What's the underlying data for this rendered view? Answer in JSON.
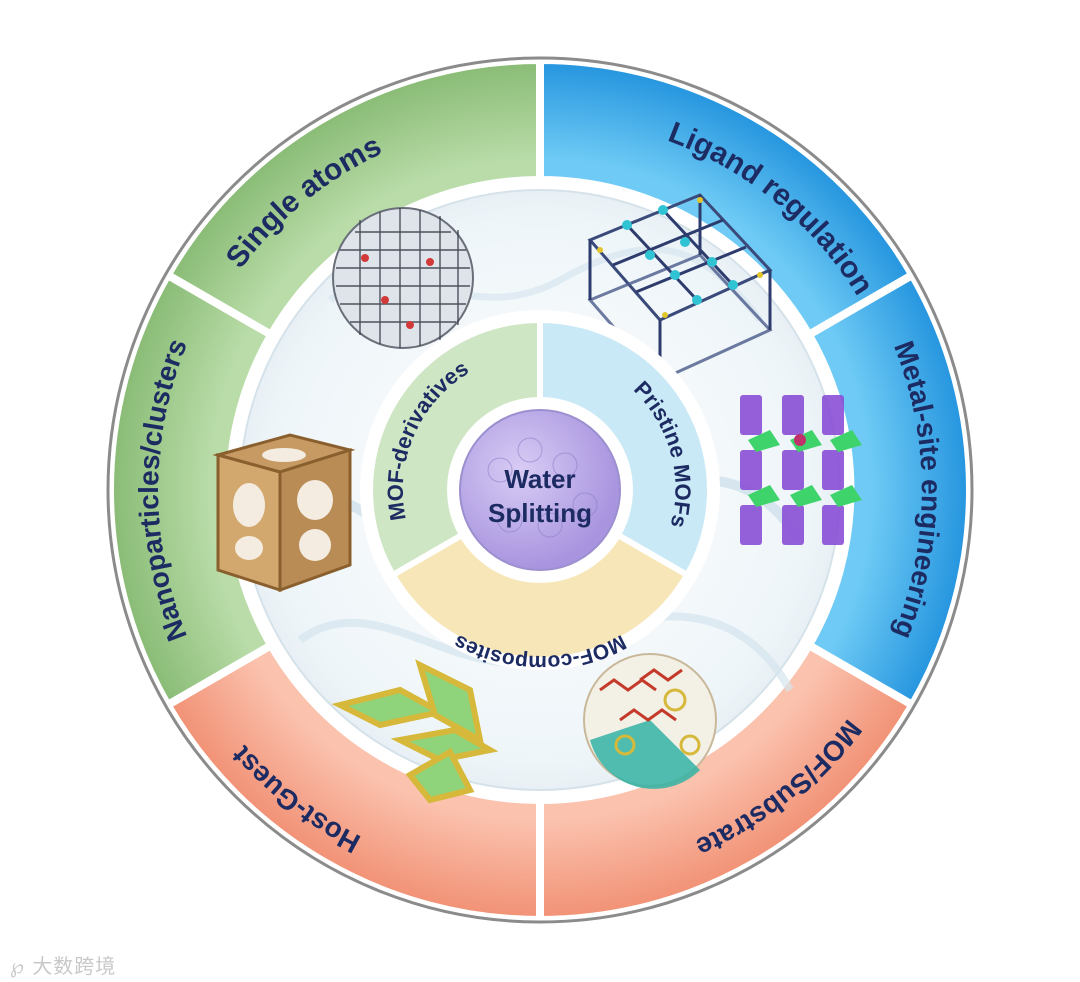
{
  "outer_ring": {
    "single_atoms": "Single atoms",
    "ligand_regulation": "Ligand regulation",
    "metal_site_engineering": "Metal-site engineering",
    "mof_substrate": "MOF/Substrate",
    "host_guest": "Host-Guest",
    "nanoparticles_clusters": "Nanoparticles/clusters"
  },
  "inner_ring": {
    "mof_derivatives": "MOF-derivatives",
    "pristine_mofs": "Pristine MOFs",
    "mof_composites": "MOF-composites"
  },
  "center": {
    "line1": "Water",
    "line2": "Splitting"
  },
  "watermark": "大数跨境",
  "colors": {
    "green": "#9cc98a",
    "blue": "#33a6ea",
    "salmon": "#f6a98f",
    "inner_green": "#cfe6c4",
    "inner_blue": "#c9e9f6",
    "inner_yellow": "#f7e6b8",
    "center": "#b8a6e6",
    "text": "#1d2b63"
  }
}
